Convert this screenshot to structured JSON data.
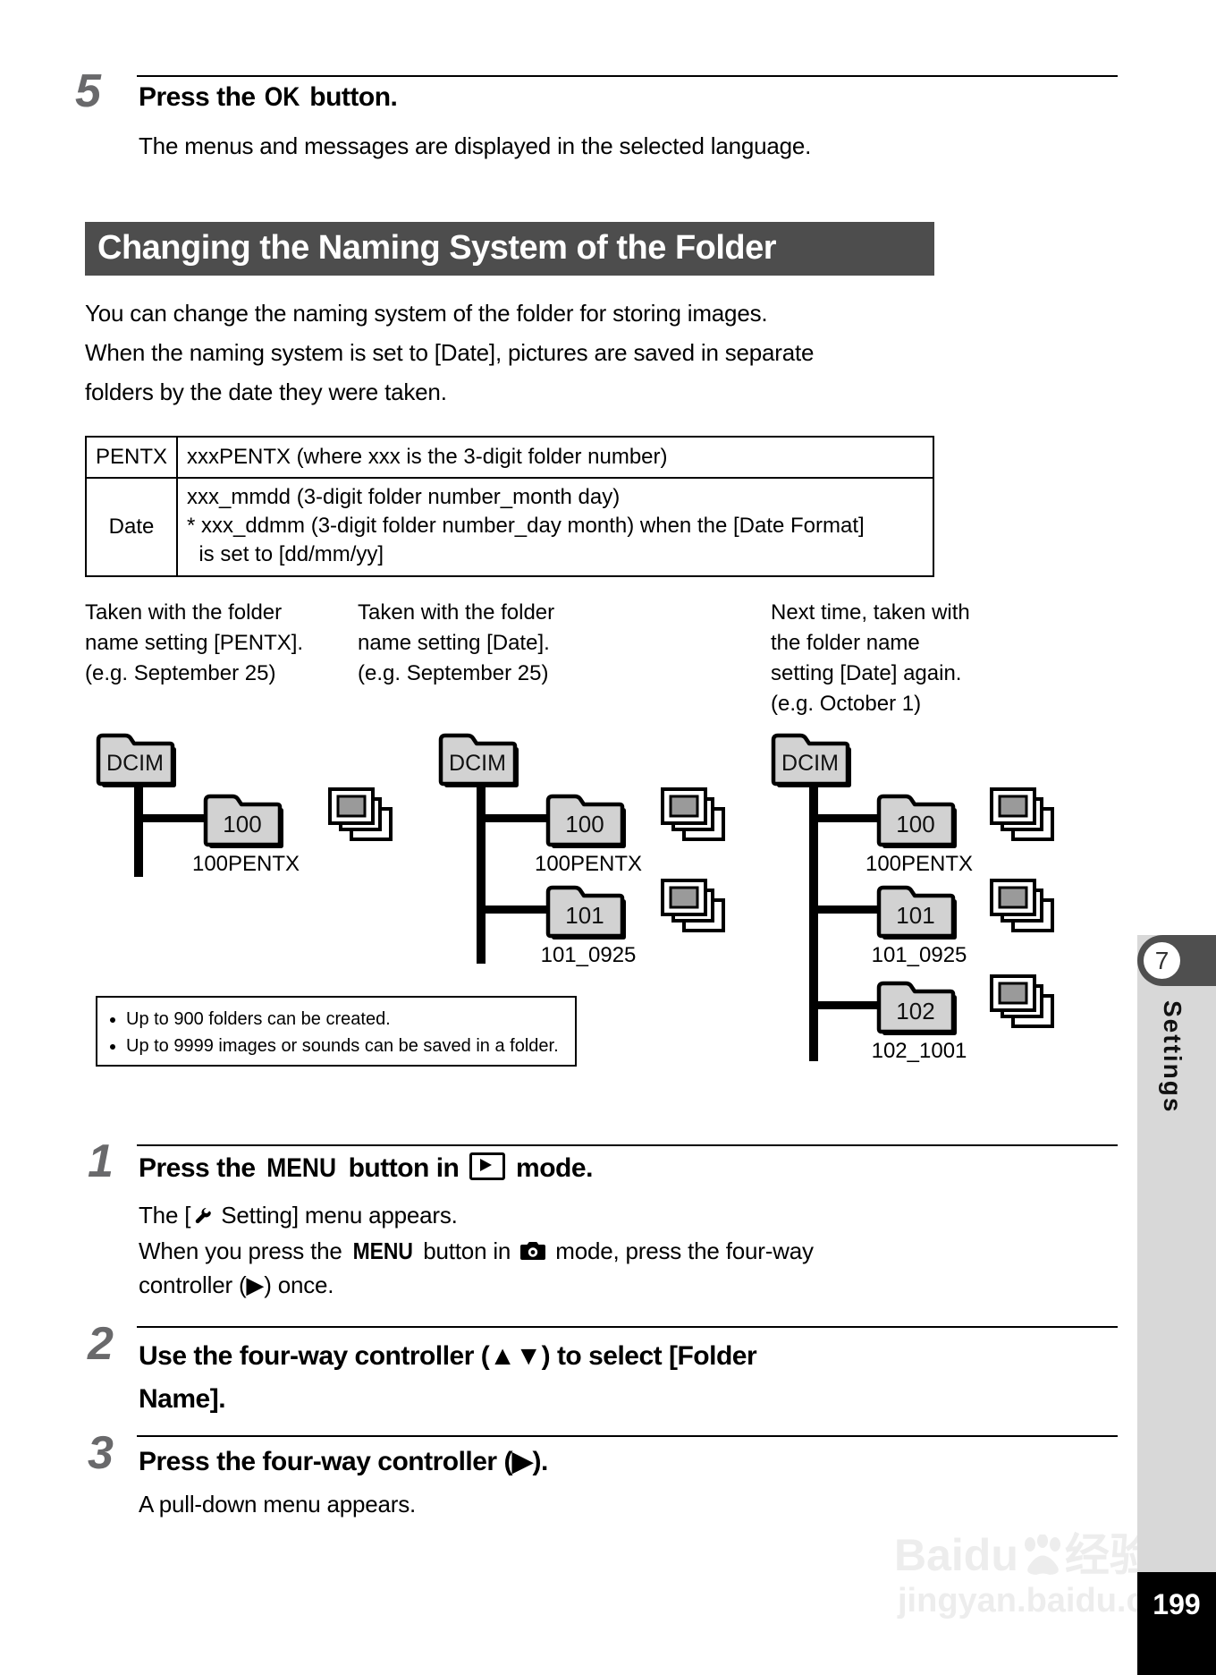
{
  "step5": {
    "number": "5",
    "heading_prefix": "Press the ",
    "heading_button": "OK",
    "heading_suffix": " button.",
    "body": "The menus and messages are displayed in the selected language."
  },
  "section": {
    "title": "Changing the Naming System of the Folder",
    "intro_lines": [
      "You can change the naming system of the folder for storing images.",
      "When the naming system is set to [Date], pictures are saved in separate",
      "folders by the date they were taken."
    ]
  },
  "table": {
    "rows": [
      {
        "name": "PENTX",
        "desc_lines": [
          "xxxPENTX (where xxx is the 3-digit folder number)"
        ]
      },
      {
        "name": "Date",
        "desc_lines": [
          "xxx_mmdd (3-digit folder number_month day)",
          "* xxx_ddmm (3-digit folder number_day month) when the [Date Format]",
          "  is set to [dd/mm/yy]"
        ]
      }
    ]
  },
  "captions": {
    "col1": [
      "Taken with the folder",
      "name setting [PENTX].",
      "(e.g. September 25)"
    ],
    "col2": [
      "Taken with the folder",
      "name setting [Date].",
      "(e.g. September 25)"
    ],
    "col3": [
      "Next time, taken with",
      "the folder name",
      "setting [Date] again.",
      "(e.g. October 1)"
    ]
  },
  "diagrams": {
    "d1": {
      "root": "DCIM",
      "folders": [
        {
          "label": "100",
          "name": "100PENTX"
        }
      ]
    },
    "d2": {
      "root": "DCIM",
      "folders": [
        {
          "label": "100",
          "name": "100PENTX"
        },
        {
          "label": "101",
          "name": "101_0925"
        }
      ]
    },
    "d3": {
      "root": "DCIM",
      "folders": [
        {
          "label": "100",
          "name": "100PENTX"
        },
        {
          "label": "101",
          "name": "101_0925"
        },
        {
          "label": "102",
          "name": "102_1001"
        }
      ]
    }
  },
  "note": {
    "bullets": [
      "Up to 900 folders can be created.",
      "Up to 9999 images or sounds can be saved in a folder."
    ]
  },
  "step1": {
    "number": "1",
    "heading": {
      "prefix": "Press the ",
      "button": "MENU",
      "mid": " button in ",
      "mode_icon": "playback-mode-icon",
      "suffix": " mode."
    },
    "line1": {
      "pre": "The [",
      "post": " Setting] menu appears."
    },
    "line2": {
      "pre": "When you press the ",
      "button": "MENU",
      "mid": " button in ",
      "post": " mode, press the four-way"
    },
    "line3": "controller (▶) once."
  },
  "step2": {
    "number": "2",
    "heading_lines": [
      "Use the four-way controller (▲▼) to select [Folder",
      "Name]."
    ]
  },
  "step3": {
    "number": "3",
    "heading": "Press the four-way controller (▶).",
    "body": "A pull-down menu appears."
  },
  "sidebar": {
    "chapter_number": "7",
    "label": "Settings"
  },
  "page_number": "199",
  "watermark": {
    "brand": "Baidu",
    "brand_suffix": "经验",
    "url": "jingyan.baidu.com"
  },
  "colors": {
    "section_bar": "#4d4d4d",
    "folder_fill": "#d2d2d2",
    "stack_inner": "#9a9a9a",
    "sidebar_strip": "#d8d8d8",
    "sidebar_tab": "#4f4f4f",
    "step_number": "#69696b",
    "page_number_box": "#000000"
  }
}
